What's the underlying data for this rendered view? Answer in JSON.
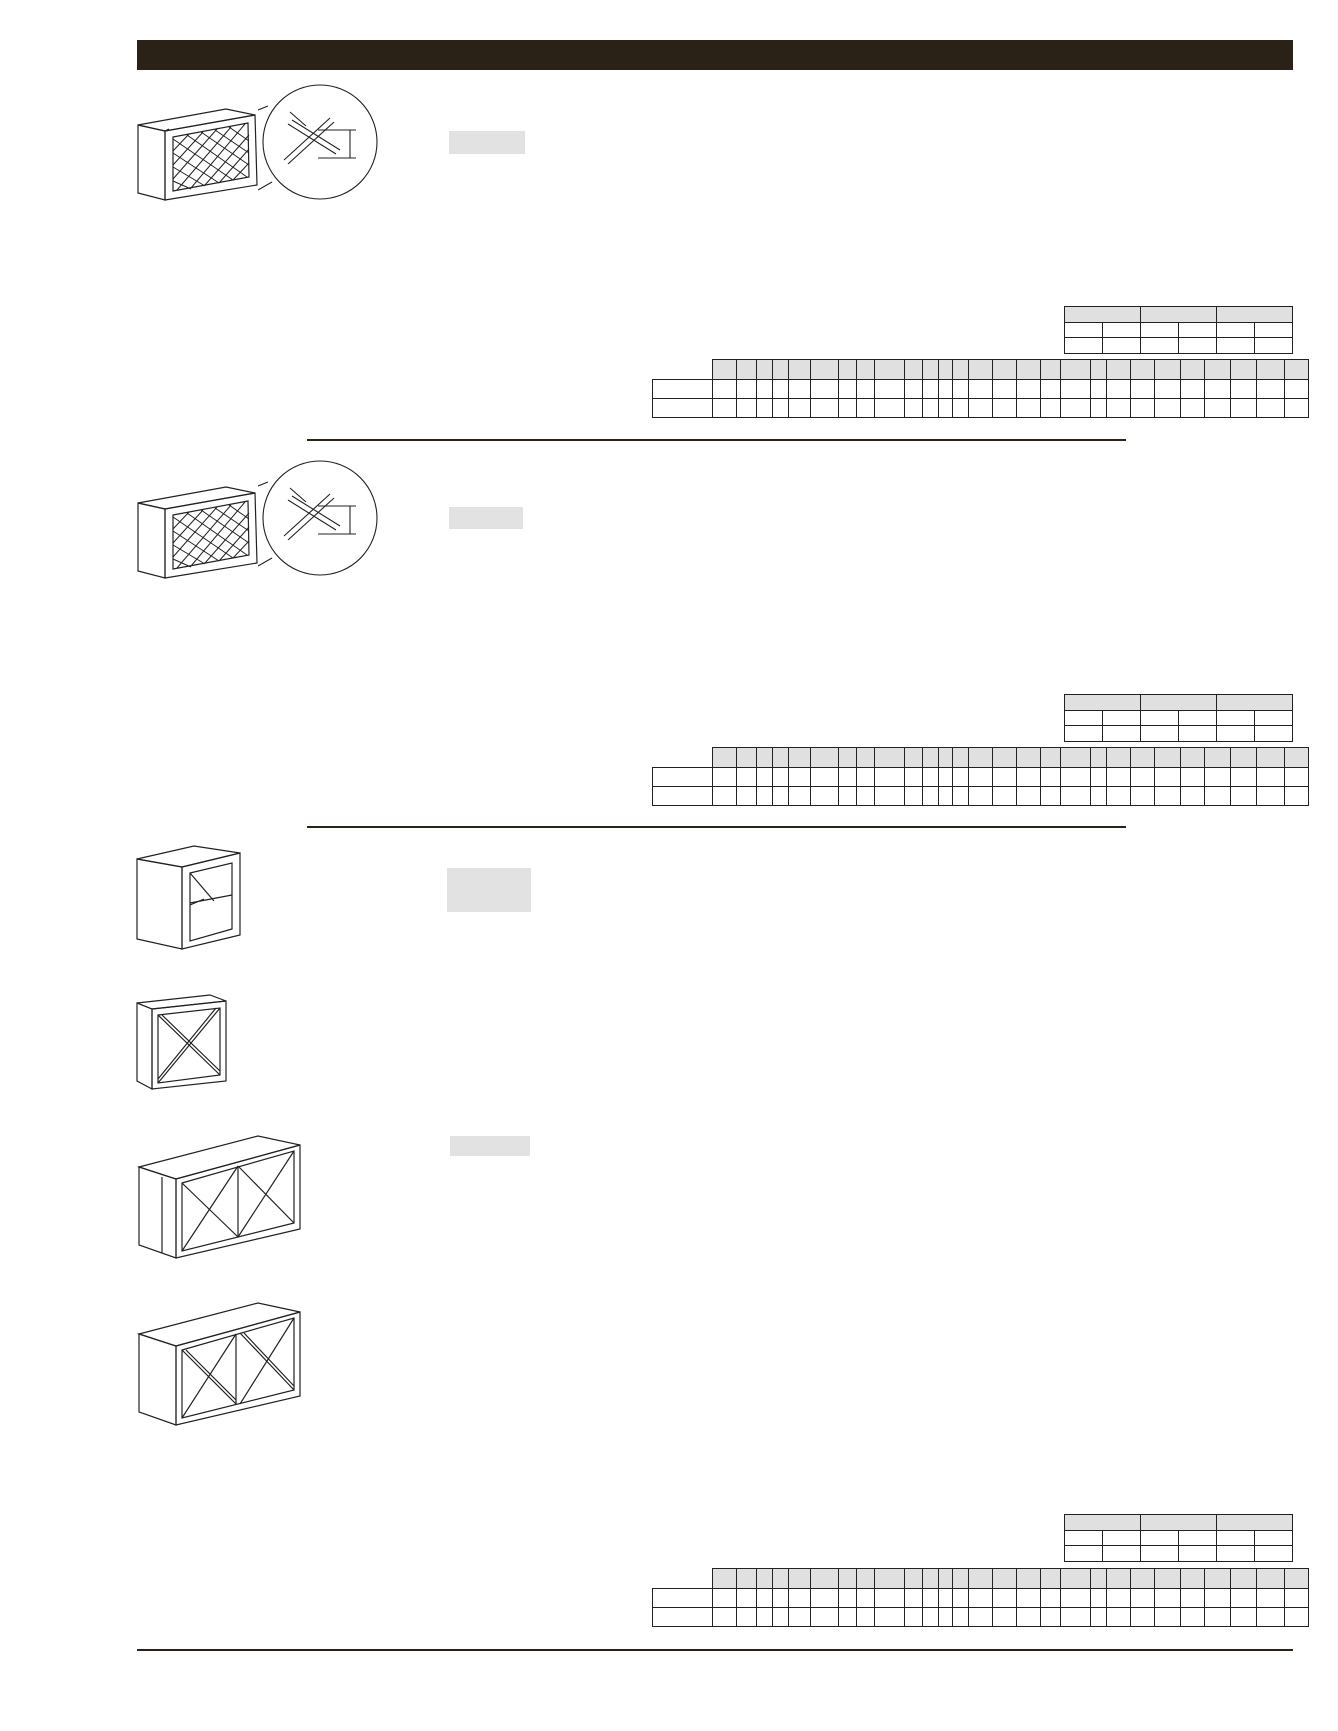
{
  "colors": {
    "header_bar": "#2a2117",
    "line_stroke": "#222222",
    "shade_fill": "#e0e0e0",
    "tag_fill": "#e2e2e2"
  },
  "sections": [
    {
      "name": "lattice-wine-rack-a",
      "icon": "lattice-cabinet-with-detail-icon"
    },
    {
      "name": "lattice-wine-rack-b",
      "icon": "lattice-cabinet-with-detail-icon"
    },
    {
      "name": "x-wine-rack-group",
      "icons": [
        "single-x-rack-tall-icon",
        "single-x-rack-square-icon",
        "double-x-rack-open-icon",
        "double-x-rack-full-icon"
      ]
    }
  ]
}
